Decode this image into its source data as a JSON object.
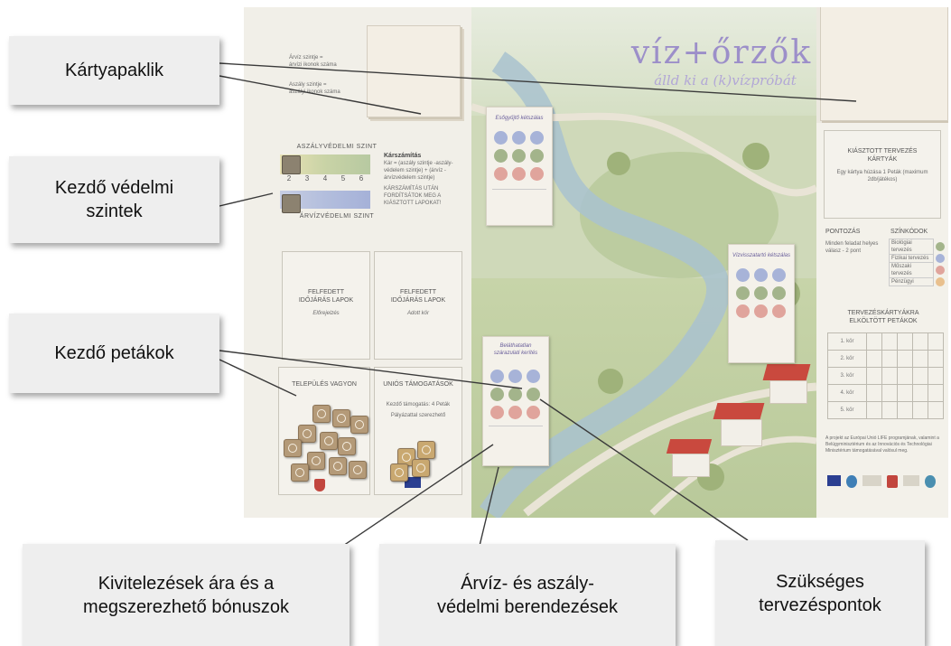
{
  "callouts": {
    "deck": "Kártyapaklik",
    "start_levels_line1": "Kezdő védelmi",
    "start_levels_line2": "szintek",
    "start_tokens": "Kezdő petákok",
    "cost_line1": "Kivitelezések ára és a",
    "cost_line2": "megszerezhető bónuszok",
    "devices_line1": "Árvíz- és aszály-",
    "devices_line2": "védelmi berendezések",
    "points_line1": "Szükséges",
    "points_line2": "tervezéspontok"
  },
  "board": {
    "title": "víz+őrzők",
    "subtitle": "álld ki a (k)vízpróbát",
    "flood_level": "Árvíz szintje =",
    "flood_level_sub": "árvízi ikonok száma",
    "drought_level": "Aszály szintje =",
    "drought_level_sub": "aszályi ikonok száma",
    "drought_protection": "ASZÁLYVÉDELMI SZINT",
    "flood_protection": "ÁRVÍZVÉDELMI SZINT",
    "scale": [
      "2",
      "3",
      "4",
      "5",
      "6"
    ],
    "damage_title": "Kárszámítás",
    "damage_text": "Kár = (aszály szintje -aszály-védelem szintje) + (árvíz - árvízvédelem szintje)",
    "damage_note": "KÁRSZÁMÍTÁS UTÁN FORDÍTSÁTOK MEG A KIÁSZTOTT LAPOKAT!",
    "weather_title": "FELFEDETT IDŐJÁRÁS LAPOK",
    "forecast": "Előrejelzés",
    "given_round": "Adott kör",
    "settlement_assets": "TELEPÜLÉS VAGYON",
    "eu_support": "UNIÓS TÁMOGATÁSOK",
    "eu_start": "Kezdő támogatás: 4 Peták",
    "eu_tender": "Pályázattal szerezhető",
    "card1_title": "Esőgyűjtő kétszálas",
    "card2_title": "Vízvisszatartó kétszálas",
    "card3_title": "Beláthatatlan szárazulati kerítés",
    "tendered_cards": "KIÁSZTOTT TERVEZÉS KÁRTYÁK",
    "tendered_note": "Egy kártya húzása 1 Peták (maximum 2db/játékos)",
    "scoring": "PONTOZÁS",
    "colour_codes": "SZÍNKÓDOK",
    "scoring_text": "Minden feladat helyes válasz - 2 pont",
    "legend": [
      "Biológiai tervezés",
      "Fizikai tervezés",
      "Műszaki tervezés",
      "Pénzügyi"
    ],
    "spent_title": "TERVEZÉSKÁRTYÁKRA ELKÖLTÖTT PETÁKOK",
    "rounds": [
      "1. kör",
      "2. kör",
      "3. kör",
      "4. kör",
      "5. kör"
    ],
    "footer": "A projekt az Európai Unió LIFE programjának, valamint a Belügyminisztérium és az Innovációs és Technológiai Minisztérium támogatásával valósul meg."
  },
  "colors": {
    "dot_blue": "#a7b3d8",
    "dot_green": "#a3b48b",
    "dot_red": "#e0a49c",
    "dot_orange": "#e9c08e",
    "map_green": "#cfd9b9",
    "river": "#a9c2cf",
    "title_purple": "#9c8fc9"
  }
}
